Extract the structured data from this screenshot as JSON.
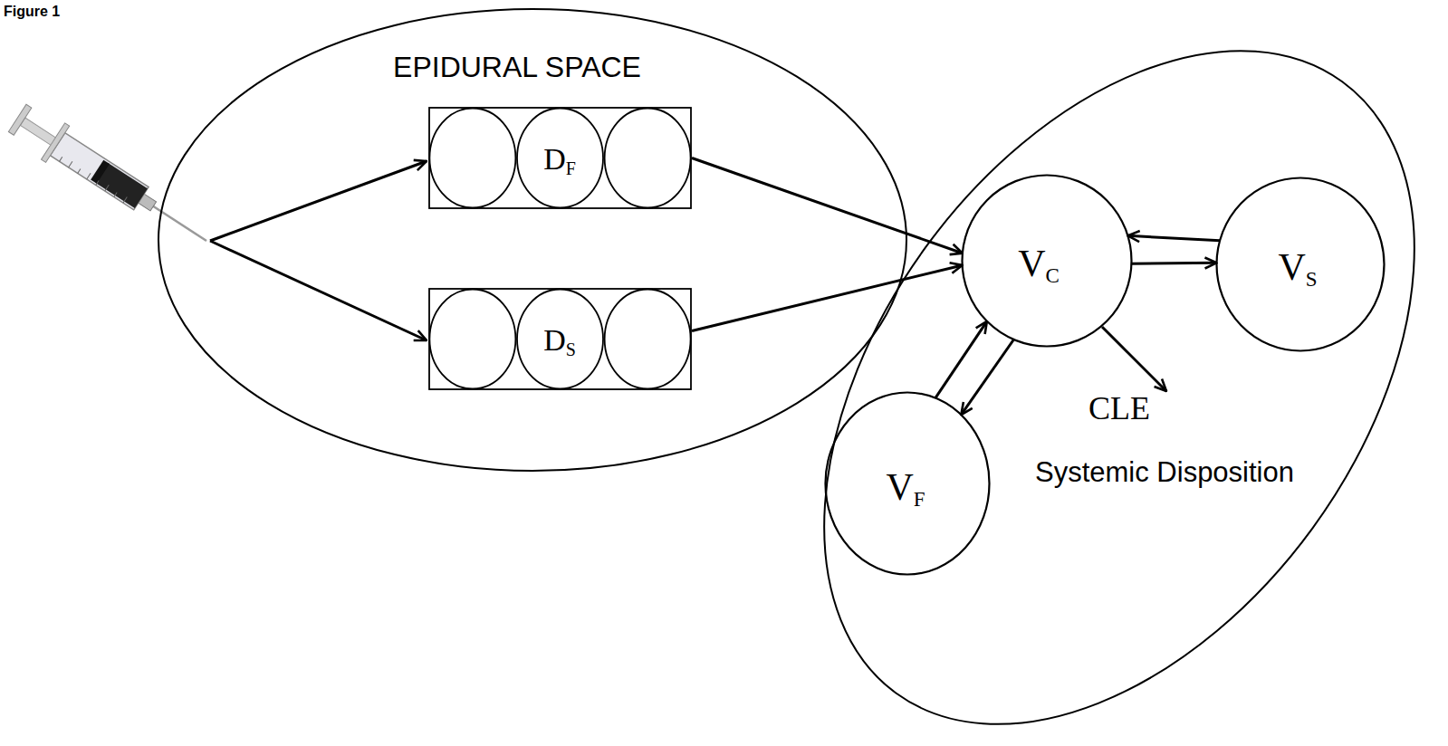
{
  "diagram": {
    "nodes": [
      {
        "text": [
          "EPIDURAL SPACE"
        ]
      },
      {
        "text": [
          "DF"
        ],
        "in": 0
      },
      {
        "text": [
          "DS"
        ],
        "in": 0
      },
      {
        "text": [
          "Systemic Disposition"
        ]
      },
      {
        "text": [
          "VC"
        ],
        "in": 3
      },
      {
        "text": [
          "VS"
        ],
        "in": 3
      },
      {
        "text": [
          "VF"
        ],
        "in": 3
      }
    ],
    "edges": [
      {
        "from": 1,
        "to": 4,
        "arrow": "to"
      },
      {
        "from": 2,
        "to": 4,
        "arrow": "to"
      },
      {
        "from": 5,
        "to": 4,
        "arrow": "to"
      },
      {
        "from": 4,
        "to": 5,
        "arrow": "to"
      },
      {
        "from": 6,
        "to": 4,
        "arrow": "to"
      },
      {
        "from": 4,
        "to": 6,
        "arrow": "to"
      }
    ],
    "labels": [
      "Figure 1",
      "CLE"
    ]
  }
}
